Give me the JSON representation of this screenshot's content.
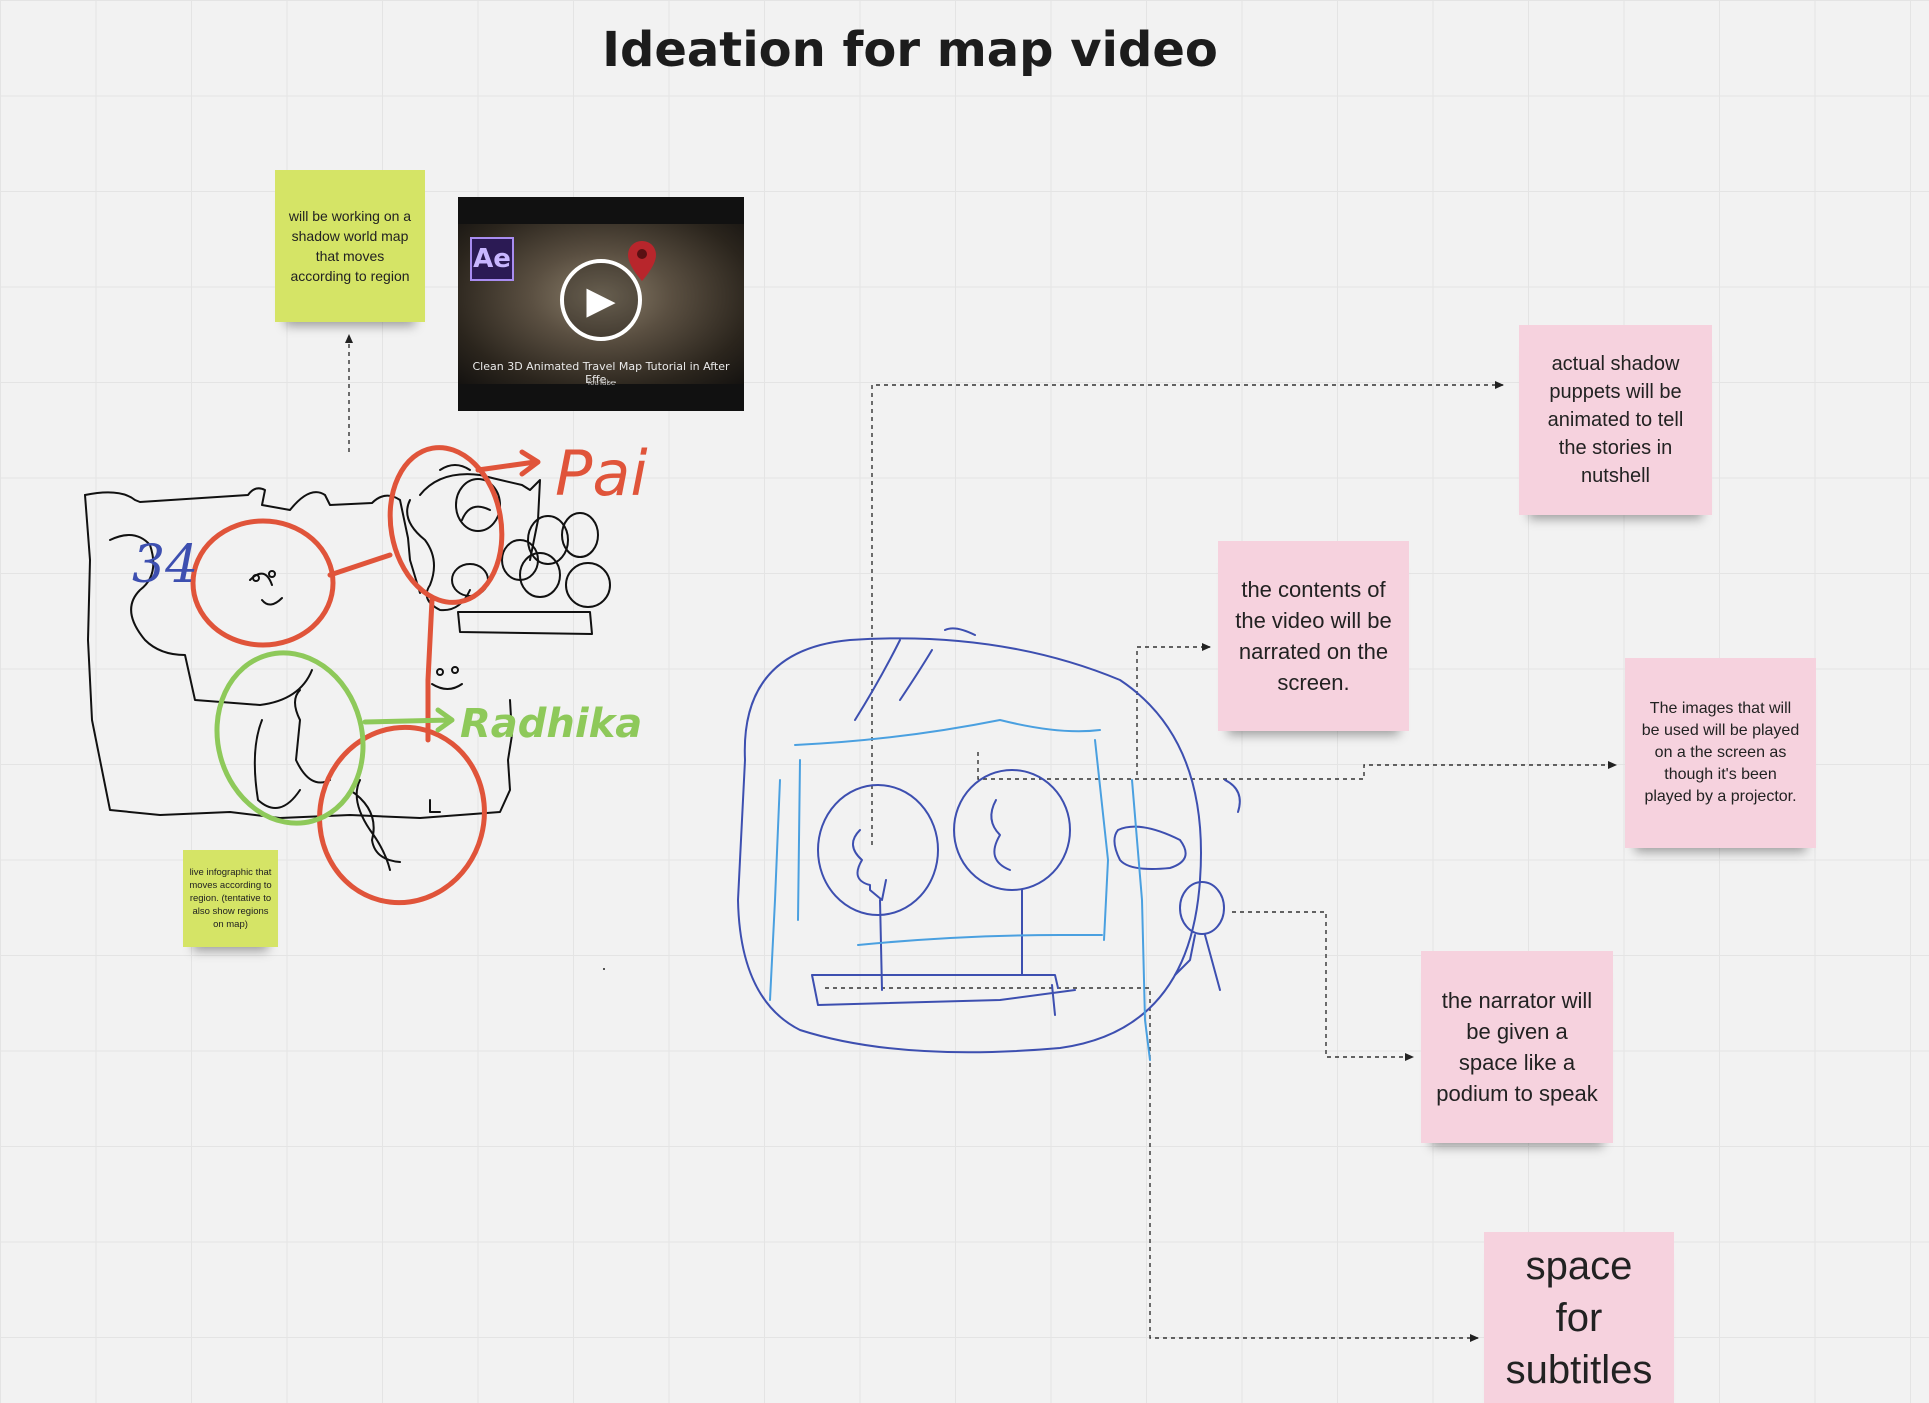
{
  "board": {
    "title": "Ideation for map video"
  },
  "stickies": {
    "shadow_map": "will be working on a shadow world map that moves according to region",
    "infographic": "live infographic that moves according to region. (tentative to also show regions on map)",
    "puppets": "actual shadow puppets will be animated to tell the stories in nutshell",
    "narrated": "the contents of the video will be narrated on the screen.",
    "projector": "The images that will be used will be played on a the screen as though it's been played by a projector.",
    "narrator": "the narrator will be given a space like a podium to speak",
    "subtitles": "space for subtitles"
  },
  "video": {
    "title": "Clean 3D Animated Travel Map Tutorial in After Effe...",
    "source": "YouTube",
    "app_badge": "Ae",
    "play_icon": "play-icon"
  },
  "drawing_labels": {
    "pai": "Pai",
    "radhika": "Radhika",
    "number": "34"
  },
  "colors": {
    "green_sticky": "#d5e466",
    "pink_sticky": "#f6d2de",
    "red_ink": "#e0543a",
    "green_ink": "#8ec95a",
    "blue_ink": "#3d4fb0",
    "light_blue_ink": "#4aa0e0"
  }
}
